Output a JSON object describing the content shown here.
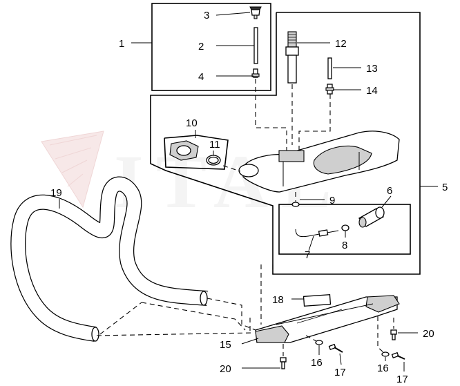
{
  "diagram": {
    "callouts": {
      "c1": "1",
      "c2": "2",
      "c3": "3",
      "c4": "4",
      "c5": "5",
      "c6": "6",
      "c7": "7",
      "c8": "8",
      "c9": "9",
      "c10": "10",
      "c11": "11",
      "c12": "12",
      "c13": "13",
      "c14": "14",
      "c15": "15",
      "c16a": "16",
      "c16b": "16",
      "c17a": "17",
      "c17b": "17",
      "c18": "18",
      "c19": "19",
      "c20a": "20",
      "c20b": "20"
    },
    "watermark": "ITAL",
    "colors": {
      "line": "#000000",
      "watermark": "#e6e6e6",
      "watermark_accent": "#f3d0d0"
    }
  }
}
